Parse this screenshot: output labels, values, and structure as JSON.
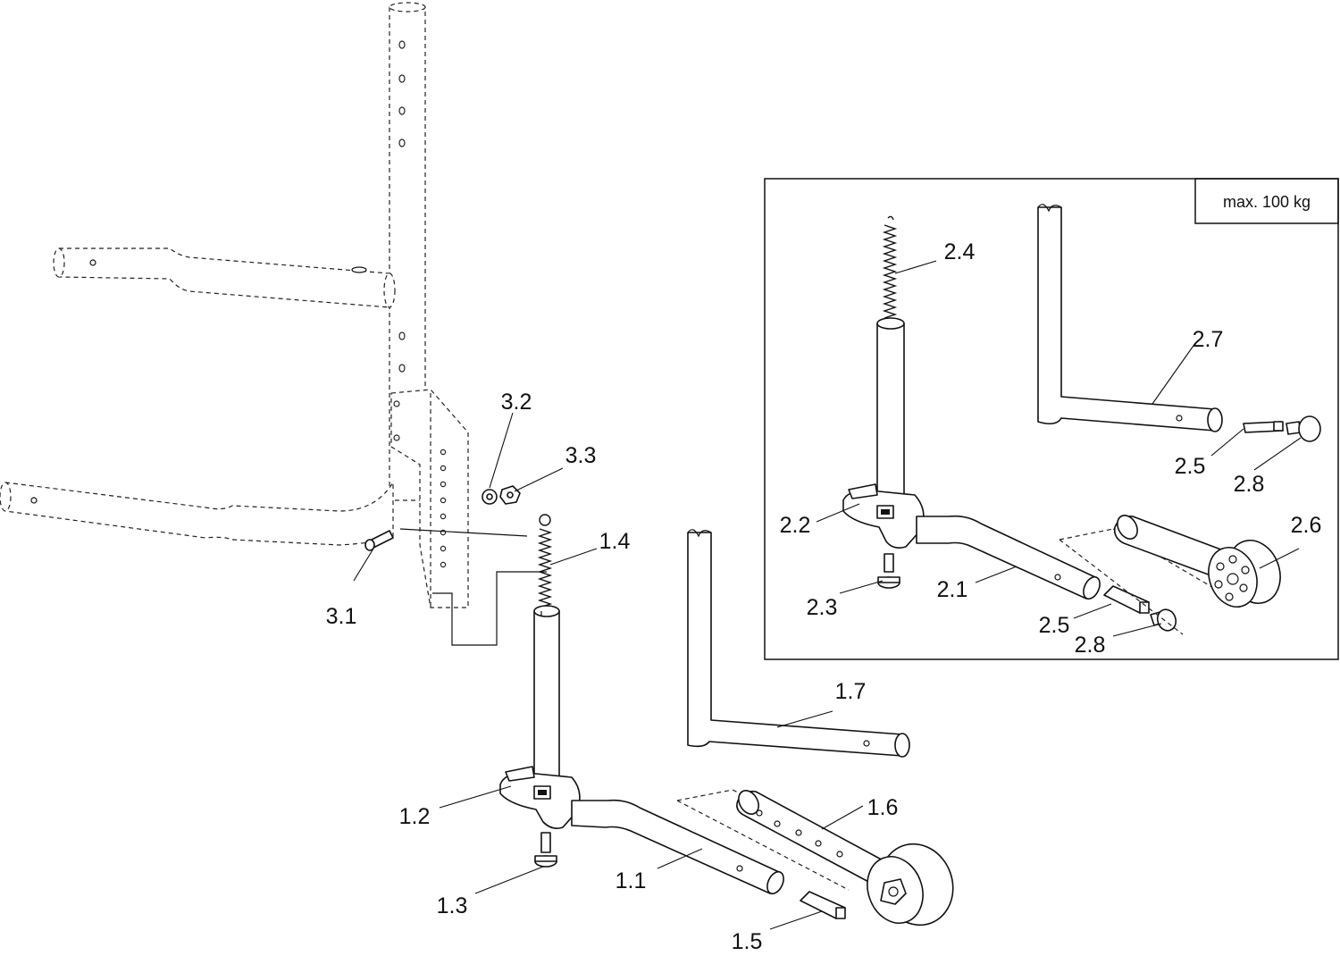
{
  "weight_note": "max. 100 kg",
  "part_labels": {
    "p1_1": "1.1",
    "p1_2": "1.2",
    "p1_3": "1.3",
    "p1_4": "1.4",
    "p1_5": "1.5",
    "p1_6": "1.6",
    "p1_7": "1.7",
    "p2_1": "2.1",
    "p2_2": "2.2",
    "p2_3": "2.3",
    "p2_4": "2.4",
    "p2_5a": "2.5",
    "p2_5b": "2.5",
    "p2_6": "2.6",
    "p2_7": "2.7",
    "p2_8a": "2.8",
    "p2_8b": "2.8",
    "p3_1": "3.1",
    "p3_2": "3.2",
    "p3_3": "3.3"
  }
}
